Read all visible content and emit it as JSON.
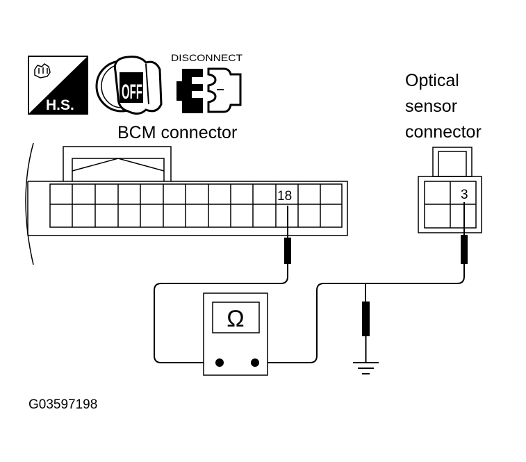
{
  "icons": {
    "hs_label": "H.S.",
    "ignition_label": "OFF",
    "disconnect_label": "DISCONNECT"
  },
  "bcm_connector": {
    "title": "BCM connector",
    "pin_label": "18"
  },
  "optical_connector": {
    "title_line1": "Optical",
    "title_line2": "sensor",
    "title_line3": "connector",
    "pin_label": "3"
  },
  "ohmmeter": {
    "symbol": "Ω"
  },
  "figure_code": "G03597198"
}
